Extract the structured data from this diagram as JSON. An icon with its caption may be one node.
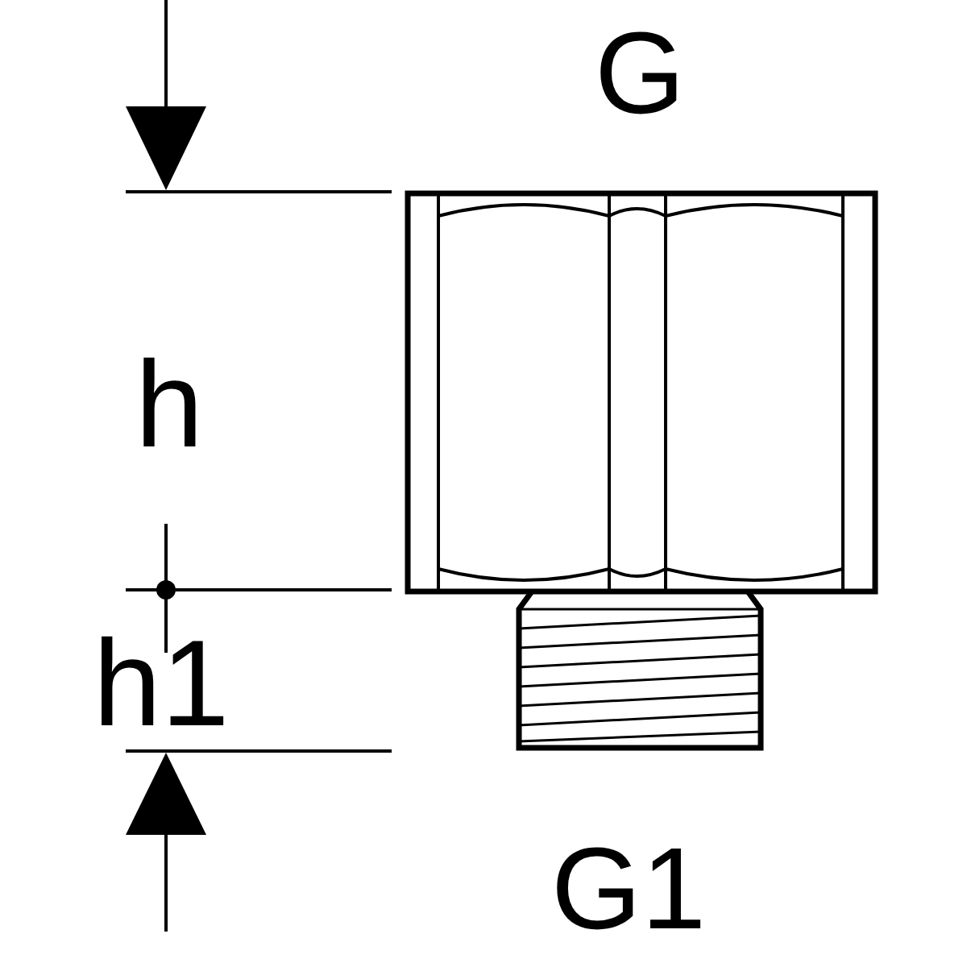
{
  "diagram": {
    "labels": [
      "G",
      "h",
      "h1",
      "G1"
    ]
  }
}
